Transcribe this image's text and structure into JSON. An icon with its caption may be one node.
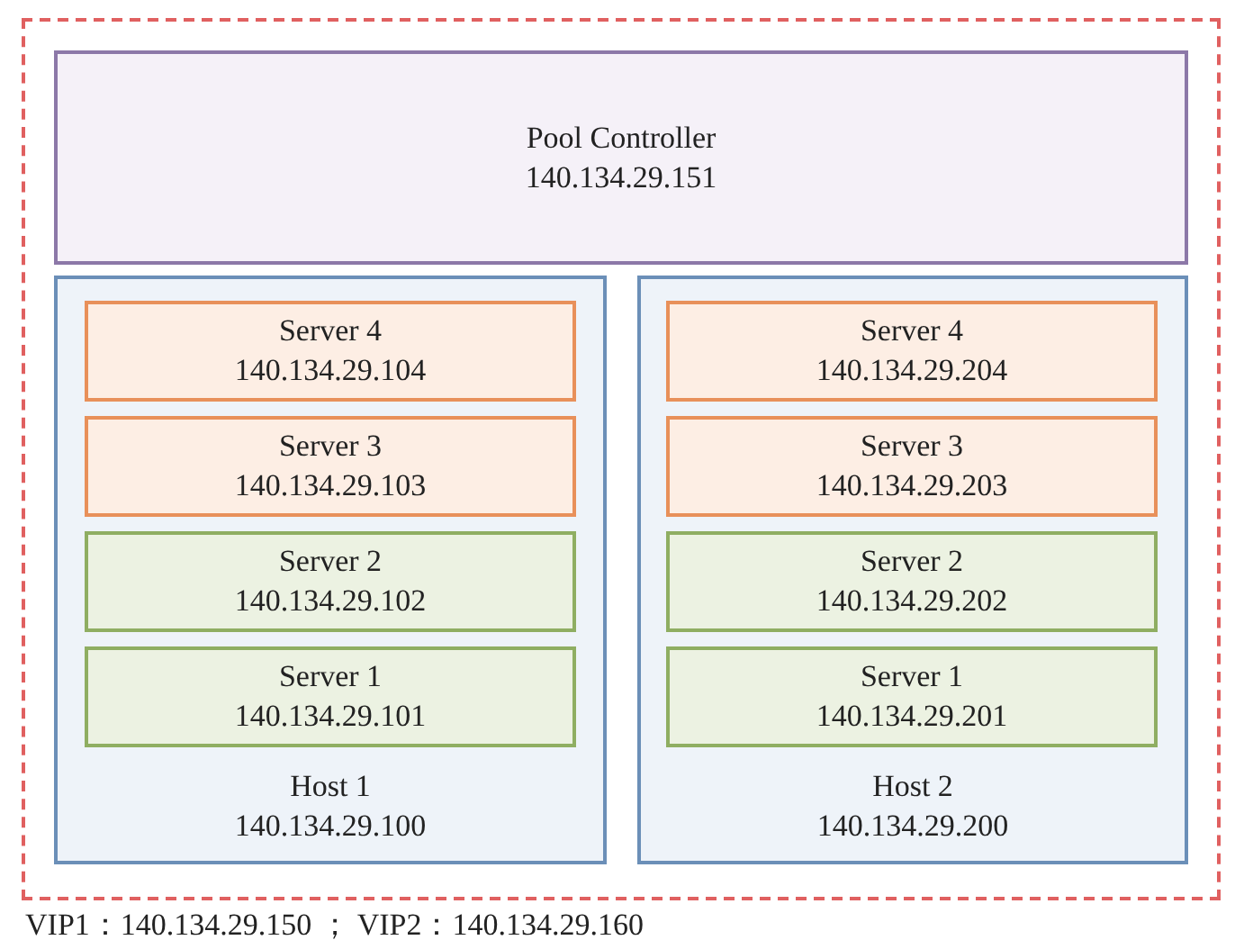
{
  "diagram": {
    "nodes": [
      {
        "text": [],
        "shape": "box"
      },
      {
        "text": [
          "Pool Controller",
          "140.134.29.151"
        ],
        "in": 0
      },
      {
        "text": [
          "Host 1",
          "140.134.29.100"
        ],
        "in": 0
      },
      {
        "text": [
          "Server 4",
          "140.134.29.104"
        ],
        "in": 2
      },
      {
        "text": [
          "Server 3",
          "140.134.29.103"
        ],
        "in": 2
      },
      {
        "text": [
          "Server 2",
          "140.134.29.102"
        ],
        "in": 2
      },
      {
        "text": [
          "Server 1",
          "140.134.29.101"
        ],
        "in": 2
      },
      {
        "text": [
          "Host 2",
          "140.134.29.200"
        ],
        "in": 0
      },
      {
        "text": [
          "Server 4",
          "140.134.29.204"
        ],
        "in": 7
      },
      {
        "text": [
          "Server 3",
          "140.134.29.203"
        ],
        "in": 7
      },
      {
        "text": [
          "Server 2",
          "140.134.29.202"
        ],
        "in": 7
      },
      {
        "text": [
          "Server 1",
          "140.134.29.201"
        ],
        "in": 7
      }
    ],
    "labels": [
      "VIP1：140.134.29.150 ； VIP2：140.134.29.160"
    ]
  }
}
